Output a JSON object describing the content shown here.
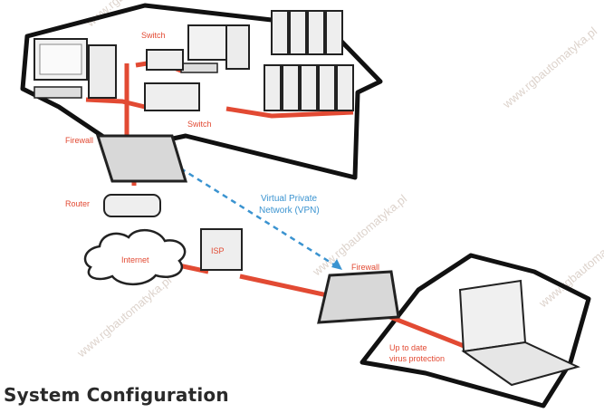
{
  "labels": {
    "switch_top": "Switch",
    "switch_main": "Switch",
    "firewall_office": "Firewall",
    "router": "Router",
    "internet": "Internet",
    "isp": "ISP",
    "vpn_line1": "Virtual Private",
    "vpn_line2": "Network (VPN)",
    "firewall_home": "Firewall",
    "virus_line1": "Up to date",
    "virus_line2": "virus protection"
  },
  "watermark": "www.rgbautomatyka.pl",
  "caption": "System Configuration",
  "colors": {
    "link": "#e24a33",
    "vpn": "#3a93d0",
    "outline": "#111111"
  }
}
